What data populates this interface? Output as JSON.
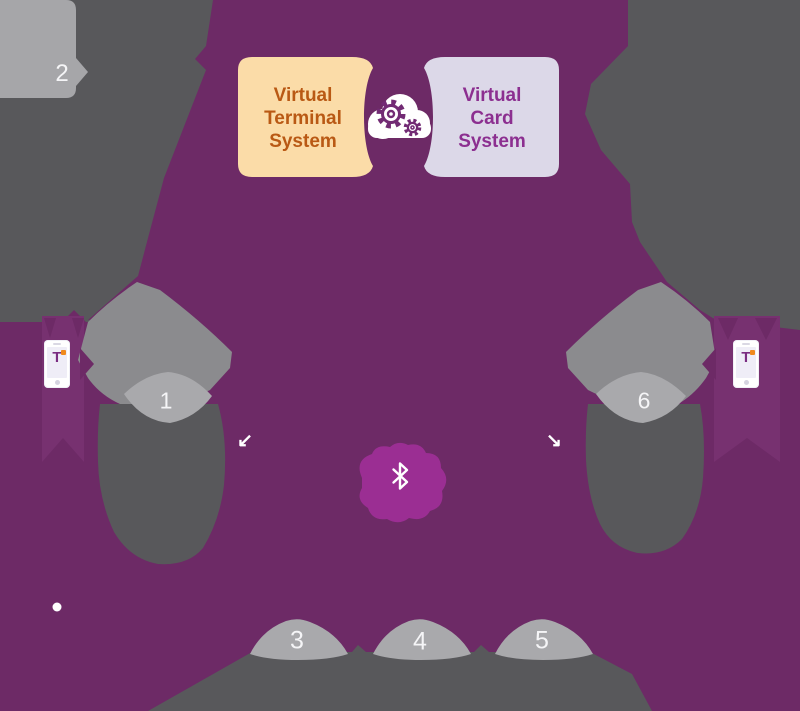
{
  "system_boxes": {
    "terminal": {
      "label_lines": [
        "Virtual",
        "Terminal",
        "System"
      ],
      "fill": "#FBDCA8",
      "text_color": "#B95914"
    },
    "card": {
      "label_lines": [
        "Virtual",
        "Card",
        "System"
      ],
      "fill": "#DCD8E8",
      "text_color": "#8C2F90"
    }
  },
  "steps": {
    "n1": "1",
    "n2": "2",
    "n3": "3",
    "n4": "4",
    "n5": "5",
    "n6": "6"
  },
  "arrows": {
    "down_left": "↙",
    "down_right": "↘"
  },
  "phone": {
    "logo_text": "T"
  },
  "icons": {
    "cloud_gears": "cloud-with-gears",
    "bluetooth": "bluetooth",
    "phone": "smartphone"
  },
  "colors": {
    "background_purple": "#6D2A66",
    "highlight_magenta": "#9B2E93",
    "dark_gray": "#58585B",
    "medium_gray": "#8B8B8E",
    "light_gray": "#A9A9AC",
    "ribbon_purple": "#773170",
    "cloud_gear_purple": "#722B74",
    "terminal_box_fill": "#FBDCA8",
    "card_box_fill": "#DCD8E8",
    "white": "#FFFFFF"
  }
}
